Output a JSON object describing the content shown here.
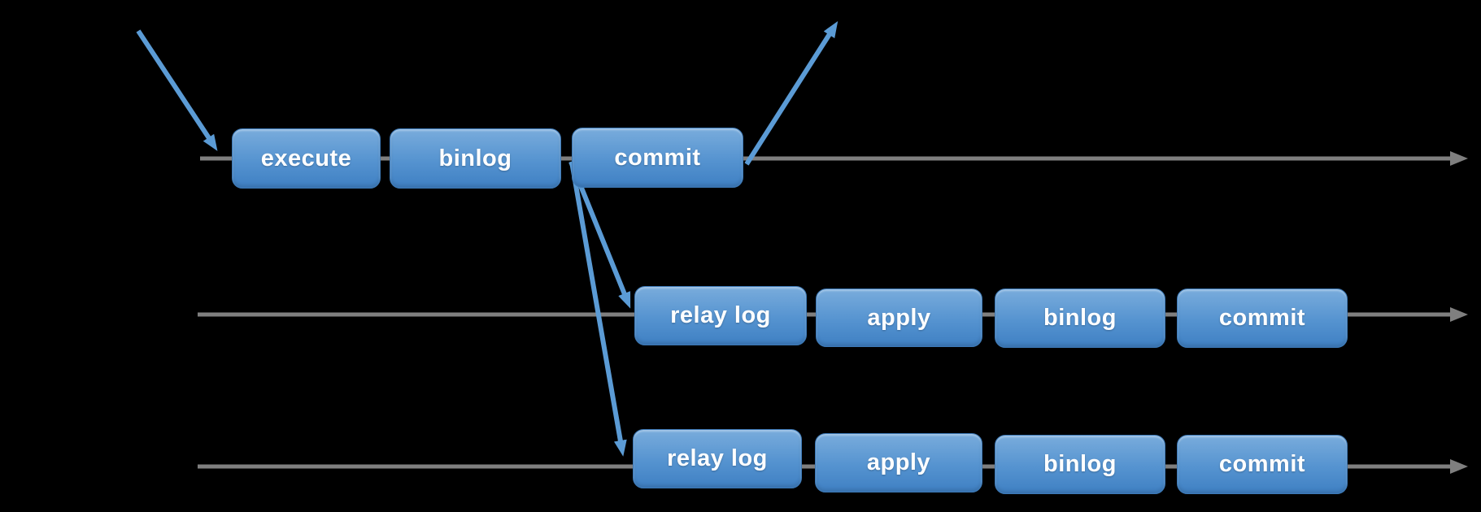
{
  "diagram": {
    "colors": {
      "node_gradient_top": "#79acdc",
      "node_gradient_mid": "#5593d0",
      "node_gradient_bottom": "#3f80c3",
      "node_border": "#3d7ab8",
      "timeline_gray": "#7f7f7f",
      "arrow_blue": "#5b9bd5",
      "label_text": "#ffffff",
      "background": "#000000"
    },
    "timelines": [
      {
        "name": "timeline-1",
        "boxes": [
          {
            "label": "execute"
          },
          {
            "label": "binlog"
          },
          {
            "label": "commit"
          }
        ]
      },
      {
        "name": "timeline-2",
        "boxes": [
          {
            "label": "relay log"
          },
          {
            "label": "apply"
          },
          {
            "label": "binlog"
          },
          {
            "label": "commit"
          }
        ]
      },
      {
        "name": "timeline-3",
        "boxes": [
          {
            "label": "relay log"
          },
          {
            "label": "apply"
          },
          {
            "label": "binlog"
          },
          {
            "label": "commit"
          }
        ]
      }
    ],
    "arrows": [
      {
        "name": "incoming-request-arrow"
      },
      {
        "name": "outgoing-ack-arrow"
      },
      {
        "name": "replicate-to-timeline-2-arrow"
      },
      {
        "name": "replicate-to-timeline-3-arrow"
      }
    ]
  }
}
